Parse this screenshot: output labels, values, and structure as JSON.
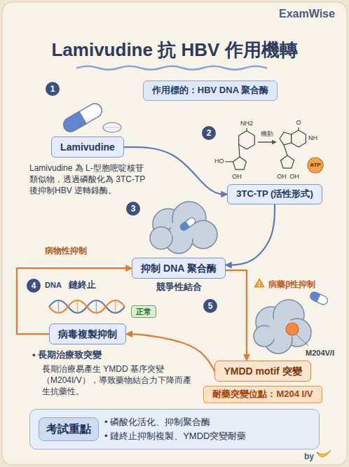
{
  "diagram": {
    "title": "Lamivudine 抗 HBV 作用機轉",
    "nodes": [
      {
        "text": [
          "作用標的：HBV DNA 聚合酶"
        ]
      },
      {
        "text": [
          "Lamivudine"
        ]
      },
      {
        "text": [
          "3TC-TP (活性形式)"
        ]
      },
      {
        "text": [
          "抑制 DNA 聚合酶"
        ]
      },
      {
        "text": [
          "正常"
        ]
      },
      {
        "text": [
          "病毒複製抑制"
        ]
      },
      {
        "text": [
          "YMDD motif 突變"
        ]
      },
      {
        "text": [
          "耐藥突變位點：M204 I/V"
        ]
      },
      {
        "text": [
          "• 磷酸化活化、抑制聚合酶",
          "• 鏈終止抑制複製、YMDD突變耐藥"
        ]
      },
      {
        "text": [
          "考試重點"
        ],
        "in": 8
      }
    ],
    "edges": [
      {
        "from": 1,
        "to": 2,
        "arrow": "to"
      },
      {
        "from": 2,
        "to": 3,
        "arrow": "to"
      },
      {
        "from": 3,
        "to": 6,
        "arrow": "to",
        "label": "病藥β性抑制"
      },
      {
        "from": 6,
        "to": 5,
        "arrow": "to"
      },
      {
        "from": 5,
        "to": 3,
        "arrow": "to",
        "label": "病物性抑制"
      }
    ],
    "labels": [
      "ExamWise",
      "1",
      "Lamivudine 為 L-型胞嘧啶核苷類似物，透過磷酸化為 3TC-TP 後抑制HBV 逆轉錄酶。",
      "2",
      "NH2",
      "HO",
      "OH",
      "機動",
      "O",
      "NH",
      "OH",
      "OH",
      "ATP",
      "3",
      "競爭性結合",
      "4",
      "DNA",
      "鏈終止",
      "5",
      "M204V/I",
      "• 長期治療致突變",
      "長期治療易產生 YMDD 基序突變（M204I/V），導致藥物結合力下降而產生抗藥性。",
      "by"
    ]
  }
}
